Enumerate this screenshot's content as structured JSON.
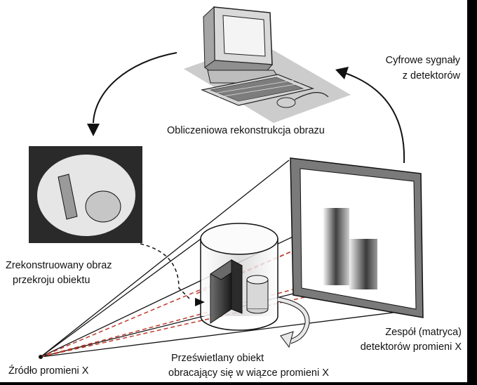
{
  "labels": {
    "computer": "Obliczeniowa rekonstrukcja obrazu",
    "signals_line1": "Cyfrowe  sygnały",
    "signals_line2": "z detektorów",
    "recon_line1": "Zrekonstruowany obraz",
    "recon_line2": "przekroju obiektu",
    "detector_line1": "Zespół (matryca)",
    "detector_line2": "detektorów promieni X",
    "object_line1": "Prześwietlany  obiekt",
    "object_line2": "obracający się w wiązce promieni X",
    "source": "Źródło promieni X"
  },
  "icons": [
    "computer-icon",
    "arrow-icon",
    "xray-source-point",
    "cylinder-object",
    "detector-panel",
    "rotation-arrow-icon"
  ],
  "colors": {
    "fan_beam": "#c0392b",
    "screen_bg": "#2a2a2a",
    "screen_disk": "#e6e6e6"
  }
}
